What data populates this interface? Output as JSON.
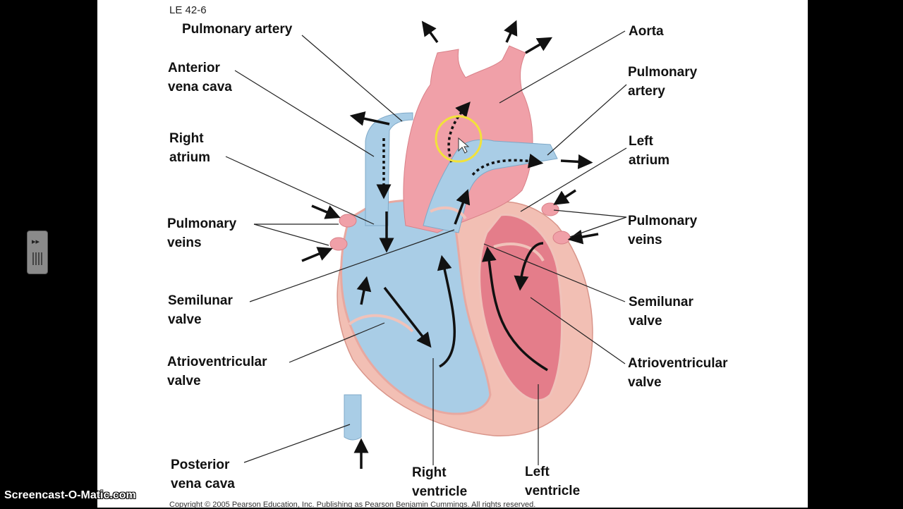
{
  "figure_label": "LE 42-6",
  "labels": {
    "pulmonary_artery_left": "Pulmonary artery",
    "anterior_vena_cava": "Anterior\nvena cava",
    "right_atrium": "Right\natrium",
    "pulmonary_veins_left": "Pulmonary\nveins",
    "semilunar_valve_left": "Semilunar\nvalve",
    "atrioventricular_valve_left": "Atrioventricular\nvalve",
    "posterior_vena_cava": "Posterior\nvena cava",
    "right_ventricle": "Right\nventricle",
    "left_ventricle": "Left\nventricle",
    "aorta": "Aorta",
    "pulmonary_artery_right": "Pulmonary\nartery",
    "left_atrium": "Left\natrium",
    "pulmonary_veins_right": "Pulmonary\nveins",
    "semilunar_valve_right": "Semilunar\nvalve",
    "atrioventricular_valve_right": "Atrioventricular\nvalve"
  },
  "copyright": "Copyright © 2005 Pearson Education, Inc. Publishing as Pearson Benjamin Cummings. All rights reserved.",
  "watermark": "Screencast-O-Matic.com",
  "colors": {
    "deoxygenated": "#a9cde6",
    "oxygenated": "#f0a0a8",
    "muscle": "#f2bfb4",
    "highlight_ring": "#f2e23a"
  }
}
